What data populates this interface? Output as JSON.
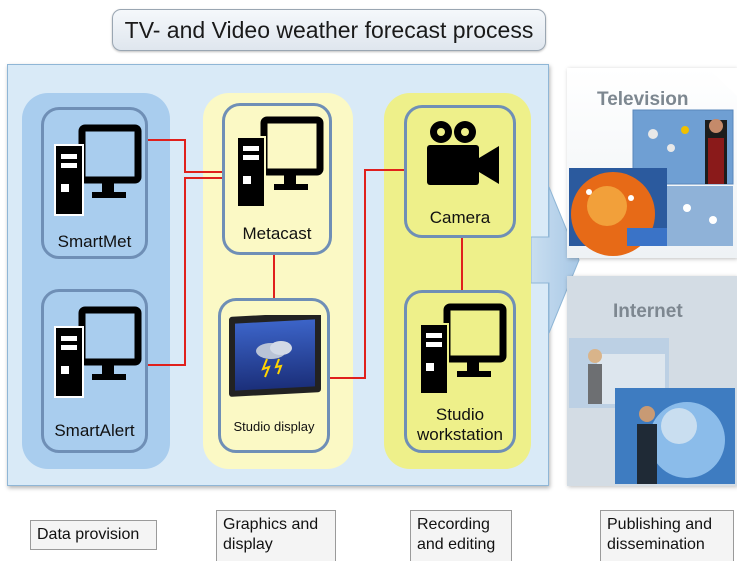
{
  "title": "TV- and Video weather forecast process",
  "nodes": {
    "smartmet": "SmartMet",
    "smartalert": "SmartAlert",
    "metacast": "Metacast",
    "studio_display": "Studio display",
    "camera": "Camera",
    "studio_workstation_line1": "Studio",
    "studio_workstation_line2": "workstation"
  },
  "outputs": {
    "television": "Television",
    "internet": "Internet"
  },
  "captions": {
    "data_provision": "Data provision",
    "graphics_line1": "Graphics and",
    "graphics_line2": "display",
    "recording_line1": "Recording",
    "recording_line2": "and editing",
    "publishing_line1": "Publishing and",
    "publishing_line2": "dissemination"
  },
  "colors": {
    "panel": "#d9eaf7",
    "data_group": "#a9cdee",
    "graphics_group": "#fbf9c5",
    "recording_group": "#eef08a",
    "card_border": "#6f8fb6",
    "connector": "#e0201c"
  },
  "icons": {
    "smartmet": "computer-icon",
    "smartalert": "computer-icon",
    "metacast": "computer-icon",
    "studio_display": "display-screen-icon",
    "camera": "video-camera-icon",
    "studio_workstation": "computer-icon"
  }
}
